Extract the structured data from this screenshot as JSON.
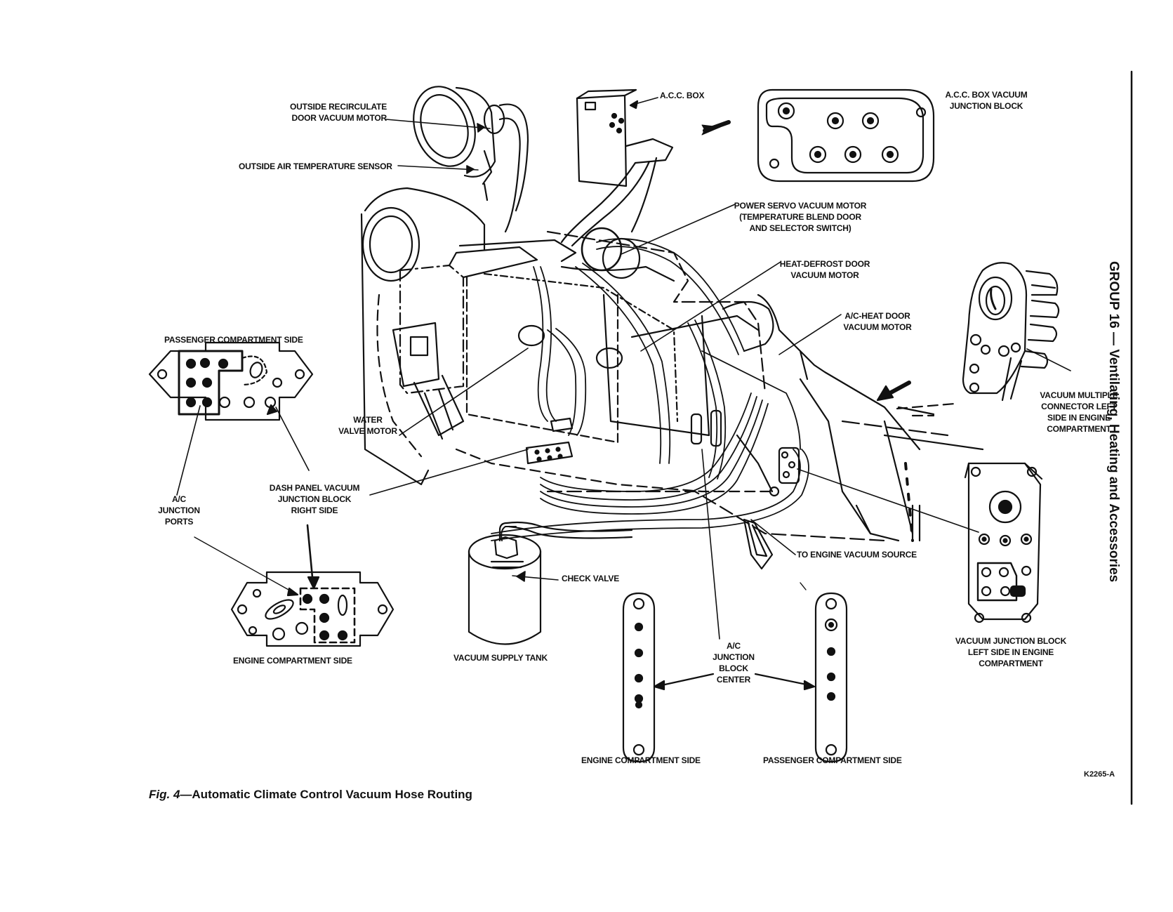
{
  "side_header": {
    "group": "GROUP 16",
    "title": "Ventilating, Heating and Accessories"
  },
  "labels": {
    "outside_recirc_motor": "OUTSIDE RECIRCULATE\nDOOR VACUUM MOTOR",
    "outside_air_sensor": "OUTSIDE AIR TEMPERATURE SENSOR",
    "acc_box": "A.C.C. BOX",
    "acc_box_junction": "A.C.C. BOX VACUUM\nJUNCTION BLOCK",
    "power_servo": "POWER SERVO VACUUM MOTOR\n(TEMPERATURE BLEND DOOR\nAND SELECTOR SWITCH)",
    "heat_defrost": "HEAT-DEFROST DOOR\nVACUUM MOTOR",
    "ac_heat": "A/C-HEAT DOOR\nVACUUM MOTOR",
    "passenger_side_top": "PASSENGER COMPARTMENT SIDE",
    "water_valve": "WATER\nVALVE MOTOR",
    "ac_junction_ports": "A/C\nJUNCTION\nPORTS",
    "dash_panel": "DASH PANEL VACUUM\nJUNCTION BLOCK\nRIGHT SIDE",
    "vacuum_multiple": "VACUUM MULTIPLE\nCONNECTOR LEFT\nSIDE IN ENGINE\nCOMPARTMENT",
    "engine_vacuum_source": "TO ENGINE VACUUM SOURCE",
    "check_valve": "CHECK VALVE",
    "vacuum_supply_tank": "VACUUM SUPPLY TANK",
    "engine_side_left": "ENGINE COMPARTMENT SIDE",
    "ac_junction_center": "A/C\nJUNCTION\nBLOCK\nCENTER",
    "vacuum_junction_left": "VACUUM JUNCTION BLOCK\nLEFT SIDE  IN ENGINE\nCOMPARTMENT",
    "engine_side_bottom": "ENGINE COMPARTMENT SIDE",
    "passenger_side_bottom": "PASSENGER COMPARTMENT SIDE"
  },
  "figure_code": "K2265-A",
  "caption": {
    "prefix": "Fig. 4",
    "text": "—Automatic Climate Control Vacuum Hose Routing"
  }
}
